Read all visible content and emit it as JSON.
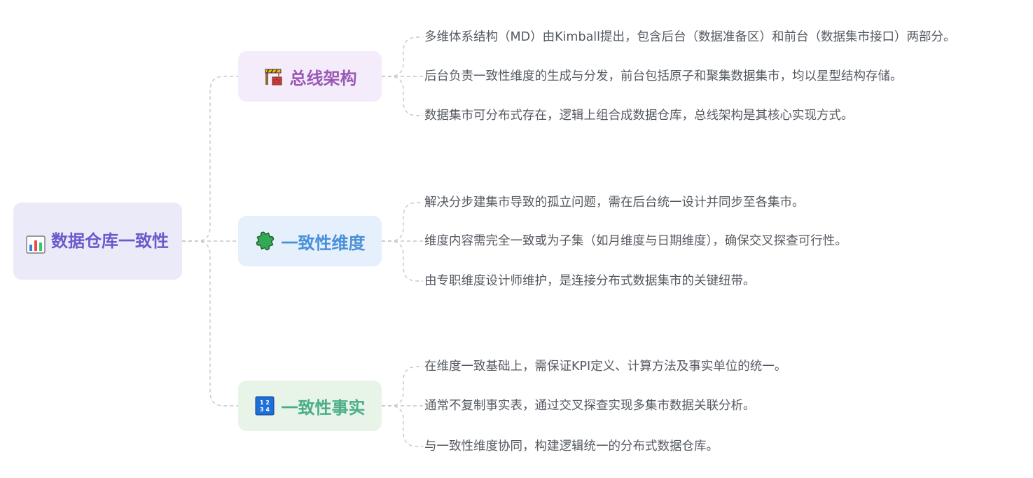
{
  "root": {
    "icon": "bar-chart-icon",
    "label": "数据仓库一致性"
  },
  "branches": [
    {
      "icon": "construction-icon",
      "label": "总线架构",
      "color": "#9b59b6",
      "items": [
        "多维体系结构（MD）由Kimball提出，包含后台（数据准备区）和前台（数据集市接口）两部分。",
        "后台负责一致性维度的生成与分发，前台包括原子和聚集数据集市，均以星型结构存储。",
        "数据集市可分布式存在，逻辑上组合成数据仓库，总线架构是其核心实现方式。"
      ]
    },
    {
      "icon": "puzzle-piece-icon",
      "label": "一致性维度",
      "color": "#4a90d9",
      "items": [
        "解决分步建集市导致的孤立问题，需在后台统一设计并同步至各集市。",
        "维度内容需完全一致或为子集（如月维度与日期维度），确保交叉探查可行性。",
        "由专职维度设计师维护，是连接分布式数据集市的关键纽带。"
      ]
    },
    {
      "icon": "numbers-1234-icon",
      "label": "一致性事实",
      "color": "#4cae87",
      "items": [
        "在维度一致基础上，需保证KPI定义、计算方法及事实单位的统一。",
        "通常不复制事实表，通过交叉探查实现多集市数据关联分析。",
        "与一致性维度协同，构建逻辑统一的分布式数据仓库。"
      ]
    }
  ]
}
